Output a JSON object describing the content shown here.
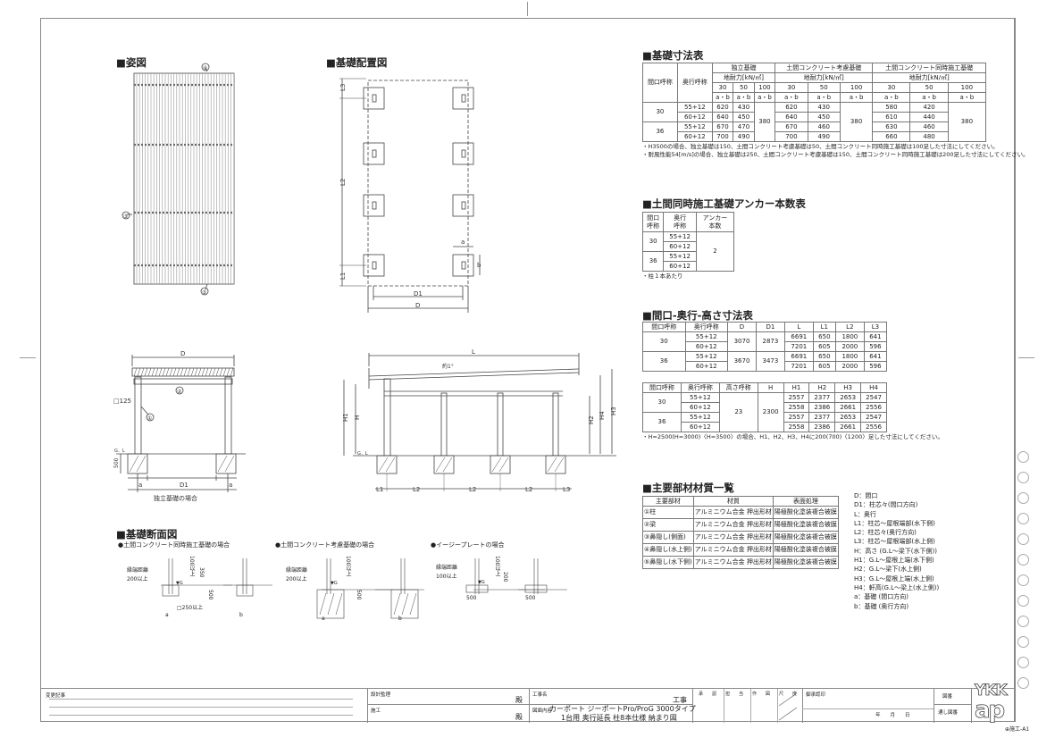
{
  "sections": {
    "elevation": "■姿図",
    "layout": "■基礎配置図",
    "section": "■基礎断面図",
    "foundation": "■基礎寸法表",
    "anchor": "■土間同時施工基礎アンカー本数表",
    "dims": "■間口-奥行-高さ寸法表",
    "materials": "■主要部材材質一覧"
  },
  "elevation_labels": {
    "c4": "④",
    "c3": "③",
    "c5": "⑤"
  },
  "layout_labels": {
    "L3": "L3",
    "L2": "L2",
    "L1": "L1",
    "D1": "D1",
    "D": "D",
    "a": "a",
    "b": "b"
  },
  "front": {
    "D": "D",
    "post": "□125",
    "c1": "①",
    "c2": "②",
    "gl": "G．L",
    "h500": "500",
    "a1": "a",
    "D1": "D1",
    "a2": "a",
    "caption": "独立基礎の場合"
  },
  "side": {
    "L": "L",
    "slope": "約1°",
    "H1": "H1",
    "H": "H",
    "gl": "G．L",
    "H2": "H2",
    "H4": "H4",
    "H3": "H3",
    "L1": "L1",
    "L2a": "L2",
    "L2b": "L2",
    "L2c": "L2",
    "L3": "L3"
  },
  "section_cases": [
    {
      "title": "●土間コンクリート同時施工基礎の場合",
      "edge": "縁端距離",
      "edge_val": "200以上",
      "top": "100以上",
      "d2": "350",
      "d3": "500",
      "sq": "□250以上",
      "a": "a",
      "b": "b",
      "g": "▼G"
    },
    {
      "title": "●土間コンクリート考慮基礎の場合",
      "edge": "縁端距離",
      "edge_val": "200以上",
      "top": "100以上",
      "d3": "500",
      "a": "a",
      "b": "b",
      "g": "▼G"
    },
    {
      "title": "●イージープレートの場合",
      "edge": "縁端距離",
      "edge_val": "100以上",
      "top": "100以上",
      "d2": "200",
      "w1": "500",
      "w2": "500",
      "g": "▼G"
    }
  ],
  "foundation_table": {
    "h_span": "間口呼称",
    "h_depth": "奥行呼称",
    "groups": [
      "独立基礎",
      "土間コンクリート考慮基礎",
      "土間コンクリート同時施工基礎"
    ],
    "bearing": "地耐力[kN/㎡]",
    "loads": [
      "30",
      "50",
      "100"
    ],
    "ab": "a・b",
    "rows": [
      {
        "span": "30",
        "depth": "55+12",
        "vals": [
          "620",
          "430",
          "620",
          "430",
          "580",
          "420"
        ]
      },
      {
        "span": "",
        "depth": "60+12",
        "vals": [
          "640",
          "450",
          "640",
          "450",
          "610",
          "440"
        ]
      },
      {
        "span": "36",
        "depth": "55+12",
        "vals": [
          "670",
          "470",
          "670",
          "460",
          "630",
          "460"
        ]
      },
      {
        "span": "",
        "depth": "60+12",
        "vals": [
          "700",
          "490",
          "700",
          "490",
          "660",
          "480"
        ]
      }
    ],
    "merged": [
      "380",
      "380",
      "380"
    ],
    "notes": [
      "・H3500の場合、独立基礎は150、土間コンクリート考慮基礎は50、土間コンクリート同時施工基礎は100足した寸法にしてください。",
      "・耐風性能54[m/s]の場合、独立基礎は250、土間コンクリート考慮基礎は150、土間コンクリート同時施工基礎は200足した寸法にしてください。"
    ]
  },
  "anchor_table": {
    "headers": [
      "間口\n呼称",
      "奥行\n呼称",
      "アンカー\n本数"
    ],
    "spans": [
      "30",
      "36"
    ],
    "depths": [
      "55+12",
      "60+12",
      "55+12",
      "60+12"
    ],
    "count": "2",
    "note": "・柱１本あたり"
  },
  "dims_table": {
    "headers": [
      "間口呼称",
      "奥行呼称",
      "D",
      "D1",
      "L",
      "L1",
      "L2",
      "L3"
    ],
    "rows": [
      {
        "span": "30",
        "D": "3070",
        "D1": "2873",
        "items": [
          [
            "55+12",
            "6691",
            "650",
            "1800",
            "641"
          ],
          [
            "60+12",
            "7201",
            "605",
            "2000",
            "596"
          ]
        ]
      },
      {
        "span": "36",
        "D": "3670",
        "D1": "3473",
        "items": [
          [
            "55+12",
            "6691",
            "650",
            "1800",
            "641"
          ],
          [
            "60+12",
            "7201",
            "605",
            "2000",
            "596"
          ]
        ]
      }
    ]
  },
  "height_table": {
    "headers": [
      "間口呼称",
      "奥行呼称",
      "高さ呼称",
      "H",
      "H1",
      "H2",
      "H3",
      "H4"
    ],
    "height_name": "23",
    "H": "2300",
    "rows": [
      {
        "span": "30",
        "items": [
          [
            "55+12",
            "2557",
            "2377",
            "2653",
            "2547"
          ],
          [
            "60+12",
            "2558",
            "2386",
            "2661",
            "2556"
          ]
        ]
      },
      {
        "span": "36",
        "items": [
          [
            "55+12",
            "2557",
            "2377",
            "2653",
            "2547"
          ],
          [
            "60+12",
            "2558",
            "2386",
            "2661",
            "2556"
          ]
        ]
      }
    ],
    "note": "・H=2500(H=3000)〈H=3500〉の場合、H1、H2、H3、H4に200(700)〈1200〉足した寸法にしてください。"
  },
  "materials_table": {
    "headers": [
      "主要部材",
      "材質",
      "表面処理"
    ],
    "rows": [
      [
        "①柱",
        "アルミニウム合金 押出形材",
        "陽極酸化塗装複合被膜"
      ],
      [
        "②梁",
        "アルミニウム合金 押出形材",
        "陽極酸化塗装複合被膜"
      ],
      [
        "③鼻隠し(側面)",
        "アルミニウム合金 押出形材",
        "陽極酸化塗装複合被膜"
      ],
      [
        "④鼻隠し(水上側)",
        "アルミニウム合金 押出形材",
        "陽極酸化塗装複合被膜"
      ],
      [
        "⑤鼻隠し(水下側)",
        "アルミニウム合金 押出形材",
        "陽極酸化塗装複合被膜"
      ]
    ]
  },
  "legend": [
    "D：間口",
    "D1：柱芯々(間口方向)",
    "L：奥行",
    "L1：柱芯～屋根端部(水下側)",
    "L2：柱芯々(奥行方向)",
    "L3：柱芯～屋根端部(水上側)",
    "H：高さ (G.L～梁下(水下側))",
    "H1：G.L～屋根上端(水下側)",
    "H2：G.L～梁下(水上側)",
    "H3：G.L～屋根上端(水上側)",
    "H4：軒高(G.L～梁上(水上側))",
    "a：基礎 (間口方向)",
    "b：基礎 (奥行方向)"
  ],
  "title_block": {
    "change_log": "変更記事",
    "design": "設計監理",
    "construction": "施工",
    "dono1": "殿",
    "dono2": "殿",
    "project_label": "工事名",
    "project_suffix": "工事",
    "content_label": "図面内容",
    "title1": "カーポート ジーポートPro/ProG 3000タイプ",
    "title2": "1台用 奥行延長 柱8本仕様 納まり図",
    "stamps": [
      "承",
      "認",
      "担",
      "当",
      "作",
      "図",
      "尺",
      "度"
    ],
    "approval": "御承認印",
    "date": "年　　月　　日",
    "drawing_no": "図番",
    "serial": "通し図番",
    "brand_top": "YKK",
    "brand_bottom": "ap",
    "sheet": "⊕施工-A1"
  }
}
